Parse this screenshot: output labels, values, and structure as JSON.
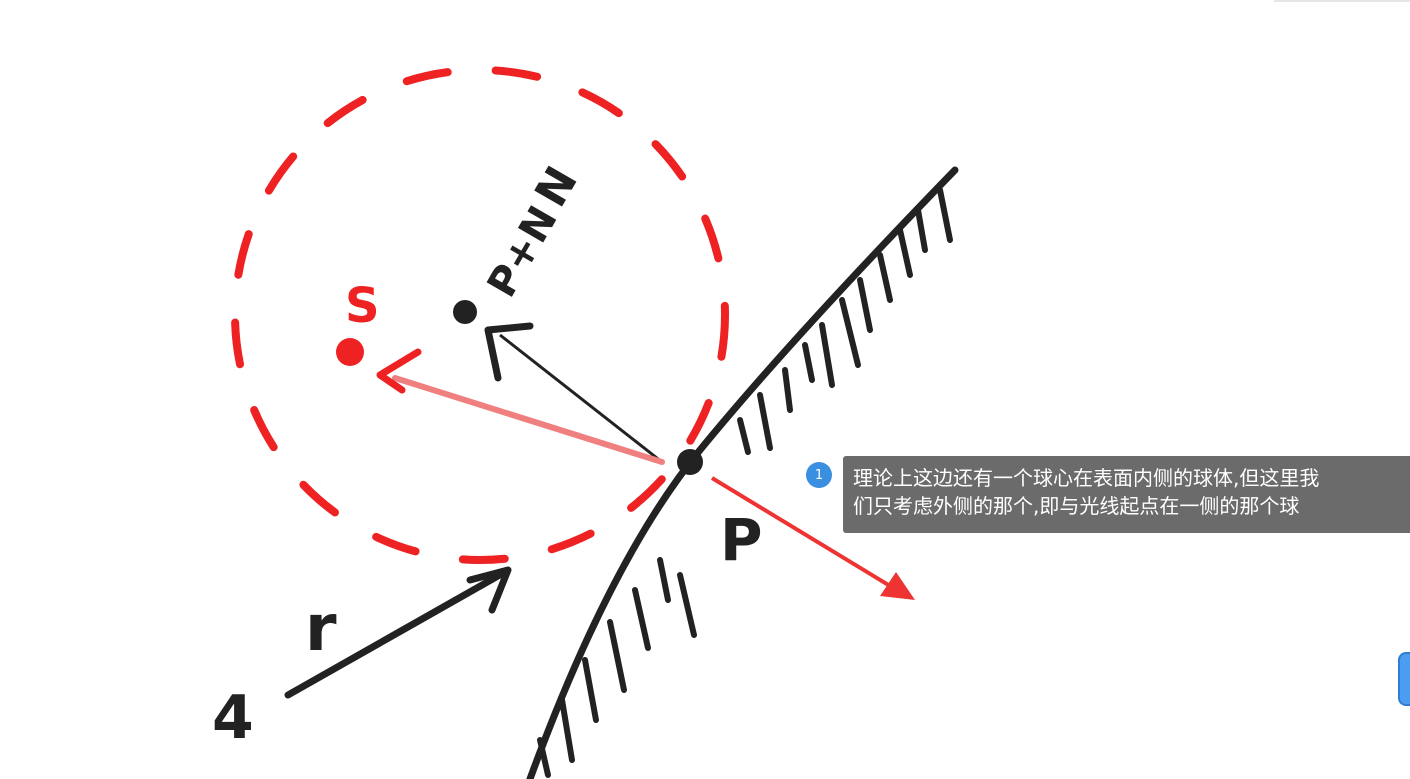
{
  "diagram": {
    "labels": {
      "normal_vector": "N",
      "point_label": "P+N",
      "radius_label": "r",
      "hit_point": "P",
      "center_mark": "S",
      "origin_mark": "4"
    }
  },
  "annotation": {
    "badge": "1",
    "line1": "理论上这边还有一个球心在表面内侧的球体,但这里我",
    "line2": "们只考虑外侧的那个,即与光线起点在一侧的那个球"
  },
  "colors": {
    "ink": "#222222",
    "red": "#ee2222",
    "tooltip_bg": "#6b6b6b",
    "badge": "#3b8fe0"
  }
}
